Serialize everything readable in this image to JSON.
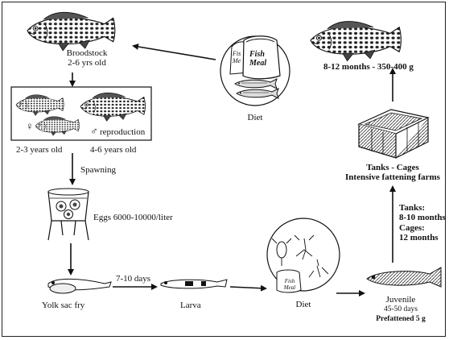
{
  "stages": {
    "broodstock_title": "Broodstock",
    "broodstock_age": "2-6 yrs old",
    "female_symbol": "♀",
    "male_symbol": "♂",
    "reproduction": "reproduction",
    "female_age": "2-3 years old",
    "male_age": "4-6 years old",
    "spawning": "Spawning",
    "eggs": "Eggs 6000-10000/liter",
    "yolk_sac": "Yolk sac fry",
    "days": "7-10 days",
    "larva": "Larva",
    "diet_bottom": "Diet",
    "juvenile": "Juvenile",
    "juvenile_days": "45-50 days",
    "juvenile_weight": "Prefattened 5 g",
    "tanks_label": "Tanks:",
    "tanks_value": "8-10 months",
    "cages_label": "Cages:",
    "cages_value": "12 months",
    "cages_title": "Tanks - Cages",
    "cages_sub": "Intensive fattening farms",
    "market": "8-12 months - 350-400 g",
    "diet_top": "Diet"
  },
  "sack_text": {
    "fish_meal_1": "Fish",
    "fish_meal_2": "Meal",
    "fish_meal_side": "Fis Me",
    "bag_small_1": "Fish",
    "bag_small_2": "Meal"
  },
  "icons": [
    "grouper-fish-icon",
    "fish-meal-sack-icon",
    "sardine-icon",
    "incubator-icon",
    "egg-icon",
    "larva-icon",
    "juvenile-fish-icon",
    "plankton-icon",
    "cage-icon",
    "arrow-icon"
  ]
}
